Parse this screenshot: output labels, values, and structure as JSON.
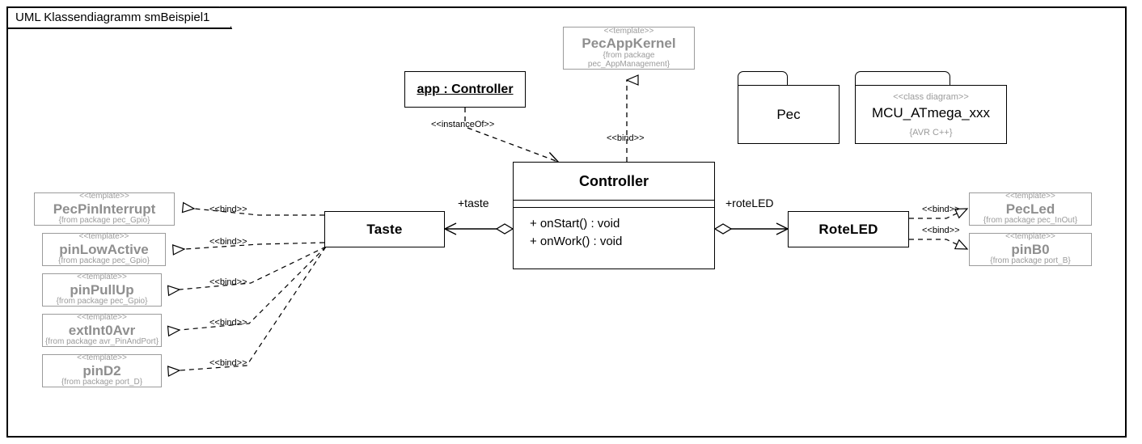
{
  "diagram": {
    "tab_title": "UML Klassendiagramm smBeispiel1"
  },
  "classes": {
    "app_instance": {
      "name": "app : Controller"
    },
    "controller": {
      "name": "Controller",
      "operations": [
        "+ onStart() : void",
        "+ onWork() : void"
      ]
    },
    "taste": {
      "name": "Taste"
    },
    "rote_led": {
      "name": "RoteLED"
    }
  },
  "templates": [
    {
      "id": "pecappkernel",
      "stereotype": "<<template>>",
      "name": "PecAppKernel",
      "package": "{from package pec_AppManagement}"
    },
    {
      "id": "pecpininterrupt",
      "stereotype": "<<template>>",
      "name": "PecPinInterrupt",
      "package": "{from package pec_Gpio}"
    },
    {
      "id": "pinlowactive",
      "stereotype": "<<template>>",
      "name": "pinLowActive",
      "package": "{from package pec_Gpio}"
    },
    {
      "id": "pinpullup",
      "stereotype": "<<template>>",
      "name": "pinPullUp",
      "package": "{from package pec_Gpio}"
    },
    {
      "id": "extint0avr",
      "stereotype": "<<template>>",
      "name": "extInt0Avr",
      "package": "{from package avr_PinAndPort}"
    },
    {
      "id": "pind2",
      "stereotype": "<<template>>",
      "name": "pinD2",
      "package": "{from package port_D}"
    },
    {
      "id": "pecled",
      "stereotype": "<<template>>",
      "name": "PecLed",
      "package": "{from package pec_InOut}"
    },
    {
      "id": "pinb0",
      "stereotype": "<<template>>",
      "name": "pinB0",
      "package": "{from package port_B}"
    }
  ],
  "packages": [
    {
      "id": "pec",
      "stereotype": "",
      "name": "Pec",
      "note": ""
    },
    {
      "id": "mcu",
      "stereotype": "<<class diagram>>",
      "name": "MCU_ATmega_xxx",
      "note": "{AVR C++}"
    }
  ],
  "edges": {
    "instance_of": "<<instanceOf>>",
    "bind": "<<bind>>",
    "role_taste": "+taste",
    "role_roteled": "+roteLED",
    "bind_labels": {
      "kernel": "<<bind>>",
      "pecpininterrupt": "<<bind>>",
      "pinlowactive": "<<bind>>",
      "pinpullup": "<<bind>>",
      "extint0avr": "<<bind>>",
      "pind2": "<<bind>>",
      "pecled": "<<bind>>",
      "pinb0": "<<bind>>"
    }
  },
  "colors": {
    "line": "#000000",
    "template_text": "#8f8f8f",
    "template_border": "#9b9b9b",
    "background": "#ffffff"
  }
}
